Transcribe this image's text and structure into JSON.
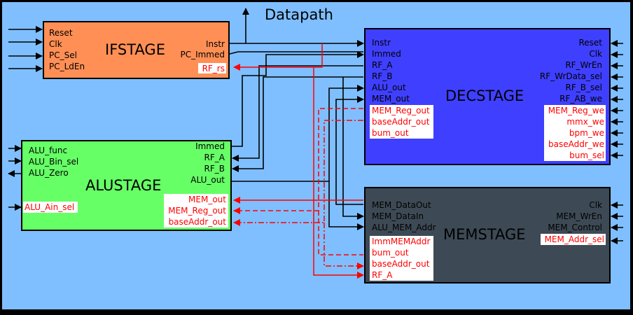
{
  "title": "Datapath",
  "colors": {
    "background": "#7fbfff",
    "ifstage": "#ff8f55",
    "alustage": "#66ff66",
    "decstage": "#3f3fff",
    "memstage": "#3d4a55",
    "wire": "#000000",
    "signal": "#ff0000"
  },
  "ifstage": {
    "name": "IFSTAGE",
    "inputs": [
      "Reset",
      "Clk",
      "PC_Sel",
      "PC_LdEn"
    ],
    "outputs": [
      "Instr",
      "PC_Immed"
    ],
    "highlighted": [
      "RF_rs"
    ]
  },
  "alustage": {
    "name": "ALUSTAGE",
    "inputs": [
      "ALU_func",
      "ALU_Bin_sel",
      "ALU_Zero"
    ],
    "highlighted_left": [
      "ALU_Ain_sel"
    ],
    "outputs": [
      "Immed",
      "RF_A",
      "RF_B",
      "ALU_out"
    ],
    "highlighted_right": [
      "MEM_out",
      "MEM_Reg_out",
      "baseAddr_out"
    ]
  },
  "decstage": {
    "name": "DECSTAGE",
    "left_ports": [
      "Instr",
      "Immed",
      "RF_A",
      "RF_B",
      "ALU_out",
      "MEM_out"
    ],
    "left_highlighted": [
      "MEM_Reg_out",
      "baseAddr_out",
      "bum_out"
    ],
    "right_ports": [
      "Reset",
      "Clk",
      "RF_WrEn",
      "RF_WrData_sel",
      "RF_B_sel",
      "RF_AB_we"
    ],
    "right_highlighted": [
      "MEM_Reg_we",
      "mmx_we",
      "bpm_we",
      "baseAddr_we",
      "bum_sel"
    ]
  },
  "memstage": {
    "name": "MEMSTAGE",
    "left_ports": [
      "MEM_DataOut",
      "MEM_DataIn",
      "ALU_MEM_Addr"
    ],
    "left_highlighted": [
      "ImmMEMAddr",
      "bum_out",
      "baseAddr_out",
      "RF_A"
    ],
    "right_ports": [
      "Clk",
      "MEM_WrEn",
      "MEM_Control"
    ],
    "right_highlighted": [
      "MEM_Addr_sel"
    ]
  }
}
